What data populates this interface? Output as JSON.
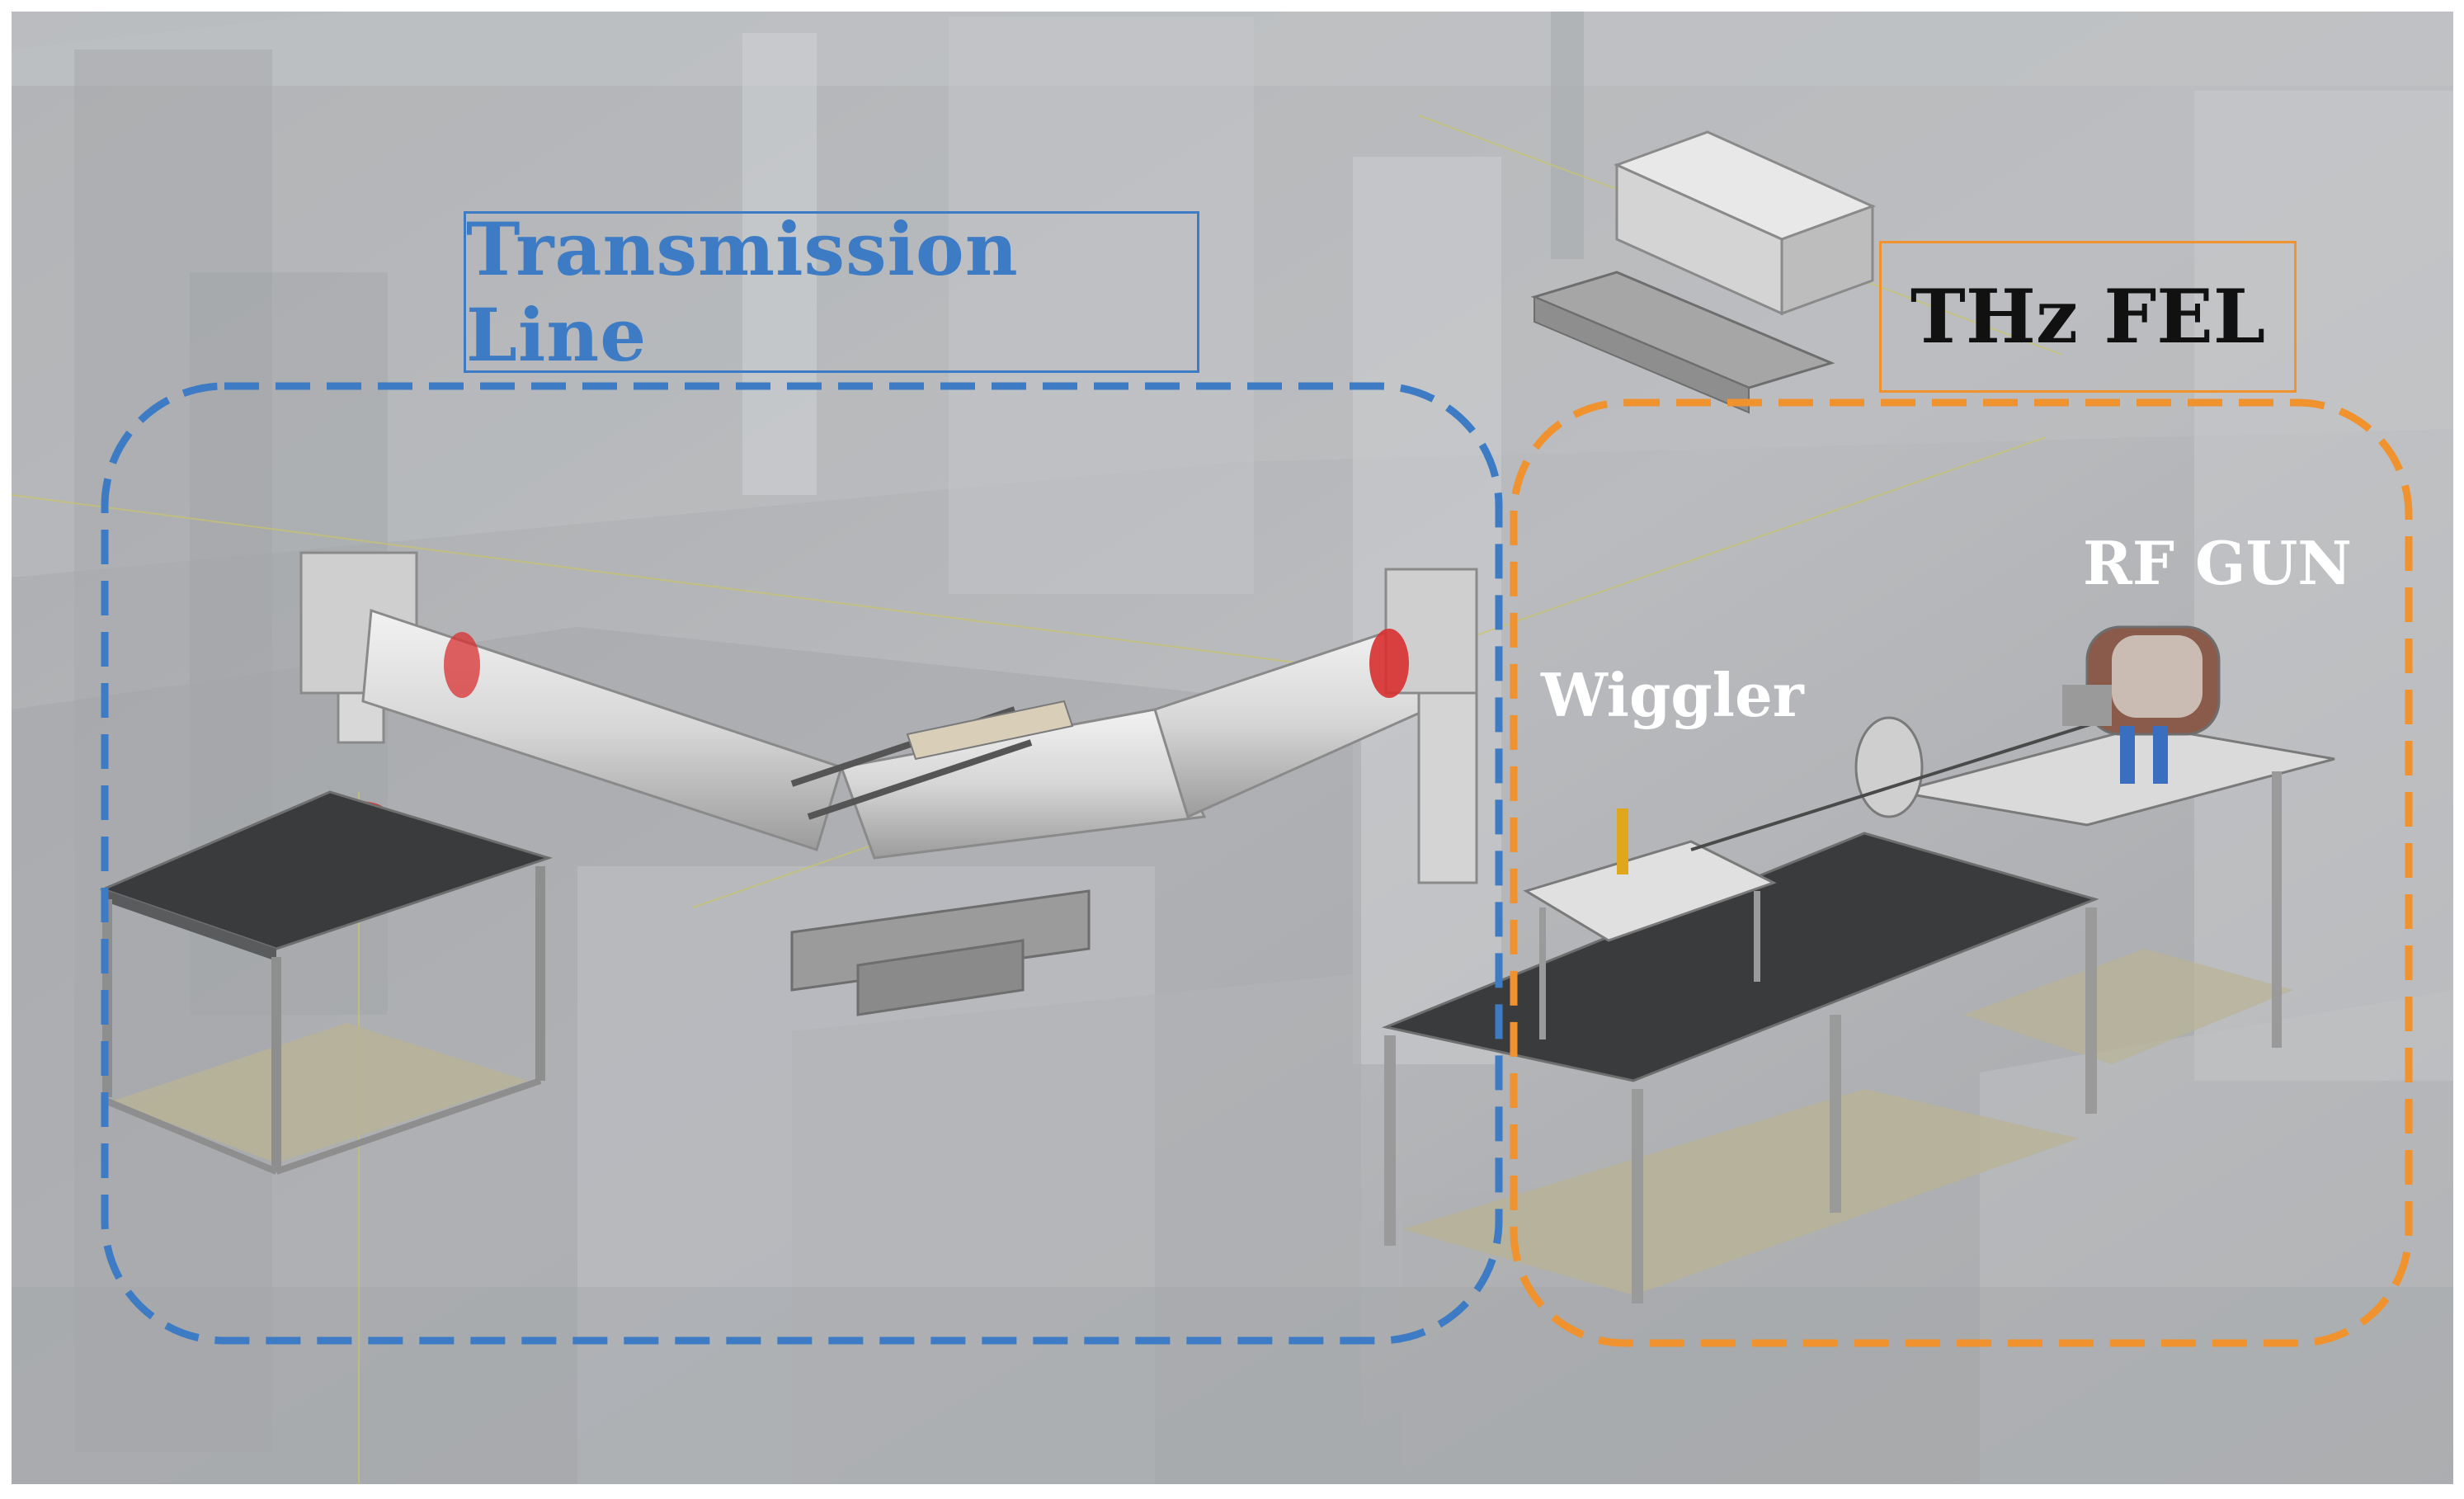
{
  "colors": {
    "transmission_line": "#3d7bc4",
    "thz_fel": "#f0922e",
    "background": "#b3b5b8",
    "optical_table_top": "#3a3b3d",
    "table_floor": "#b9b396",
    "window_marker": "#d83030"
  },
  "labels": {
    "transmission_line": "Transmission Line",
    "thz_fel": "THz FEL",
    "wiggler": "Wiggler",
    "rf_gun": "RF GUN"
  }
}
